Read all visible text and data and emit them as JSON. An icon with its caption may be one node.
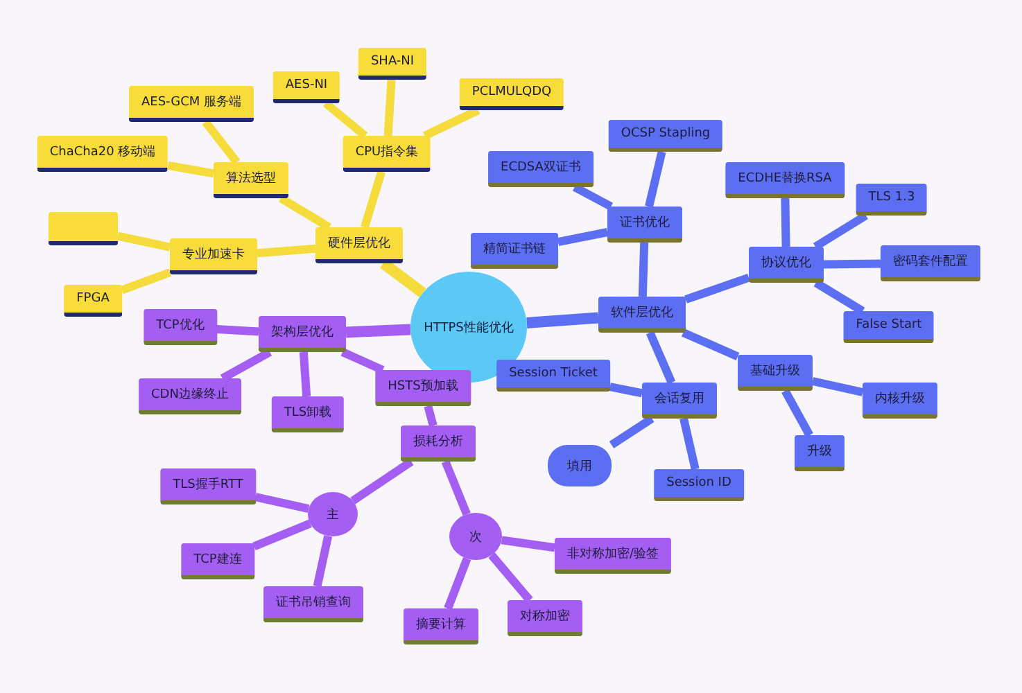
{
  "diagram": {
    "nodes": [
      {
        "text": [
          "HTTPS性能优化"
        ]
      },
      {
        "text": [
          "硬件层优化"
        ]
      },
      {
        "text": [
          "算法选型"
        ]
      },
      {
        "text": [
          "AES-GCM 服务端"
        ]
      },
      {
        "text": [
          "ChaCha20 移动端"
        ]
      },
      {
        "text": [
          "CPU指令集"
        ]
      },
      {
        "text": [
          "AES-NI"
        ]
      },
      {
        "text": [
          "SHA-NI"
        ]
      },
      {
        "text": [
          "PCLMULQDQ"
        ]
      },
      {
        "text": [
          "专业加速卡"
        ]
      },
      {
        "text": [],
        "shape": "box"
      },
      {
        "text": [
          "FPGA"
        ]
      },
      {
        "text": [
          "软件层优化"
        ]
      },
      {
        "text": [
          "证书优化"
        ]
      },
      {
        "text": [
          "OCSP Stapling"
        ]
      },
      {
        "text": [
          "ECDSA双证书"
        ]
      },
      {
        "text": [
          "精简证书链"
        ]
      },
      {
        "text": [
          "协议优化"
        ]
      },
      {
        "text": [
          "ECDHE替换RSA"
        ]
      },
      {
        "text": [
          "TLS 1.3"
        ]
      },
      {
        "text": [
          "密码套件配置"
        ]
      },
      {
        "text": [
          "False Start"
        ]
      },
      {
        "text": [
          "基础升级"
        ]
      },
      {
        "text": [
          "内核升级"
        ]
      },
      {
        "text": [
          "升级"
        ]
      },
      {
        "text": [
          "会话复用"
        ]
      },
      {
        "text": [
          "Session Ticket"
        ]
      },
      {
        "text": [
          "填用"
        ]
      },
      {
        "text": [
          "Session ID"
        ]
      },
      {
        "text": [
          "架构层优化"
        ]
      },
      {
        "text": [
          "TCP优化"
        ]
      },
      {
        "text": [
          "CDN边缘终止"
        ]
      },
      {
        "text": [
          "TLS卸载"
        ]
      },
      {
        "text": [
          "HSTS预加载"
        ]
      },
      {
        "text": [
          "损耗分析"
        ]
      },
      {
        "text": [
          "主"
        ]
      },
      {
        "text": [
          "TLS握手RTT"
        ]
      },
      {
        "text": [
          "TCP建连"
        ]
      },
      {
        "text": [
          "证书吊销查询"
        ]
      },
      {
        "text": [
          "次"
        ]
      },
      {
        "text": [
          "非对称加密/验签"
        ]
      },
      {
        "text": [
          "对称加密"
        ]
      },
      {
        "text": [
          "摘要计算"
        ]
      }
    ],
    "edges": [
      {
        "from": 0,
        "to": 1,
        "arrow": "none",
        "color": "#f5dc3c"
      },
      {
        "from": 1,
        "to": 2,
        "arrow": "none",
        "color": "#f5dc3c"
      },
      {
        "from": 2,
        "to": 3,
        "arrow": "none",
        "color": "#f5dc3c"
      },
      {
        "from": 2,
        "to": 4,
        "arrow": "none",
        "color": "#f5dc3c"
      },
      {
        "from": 1,
        "to": 5,
        "arrow": "none",
        "color": "#f5dc3c"
      },
      {
        "from": 5,
        "to": 6,
        "arrow": "none",
        "color": "#f5dc3c"
      },
      {
        "from": 5,
        "to": 7,
        "arrow": "none",
        "color": "#f5dc3c"
      },
      {
        "from": 5,
        "to": 8,
        "arrow": "none",
        "color": "#f5dc3c"
      },
      {
        "from": 1,
        "to": 9,
        "arrow": "none",
        "color": "#f5dc3c"
      },
      {
        "from": 9,
        "to": 10,
        "arrow": "none",
        "color": "#f5dc3c"
      },
      {
        "from": 9,
        "to": 11,
        "arrow": "none",
        "color": "#f5dc3c"
      },
      {
        "from": 0,
        "to": 12,
        "arrow": "none",
        "color": "#5c6ff2"
      },
      {
        "from": 12,
        "to": 13,
        "arrow": "none",
        "color": "#5c6ff2"
      },
      {
        "from": 13,
        "to": 14,
        "arrow": "none",
        "color": "#5c6ff2"
      },
      {
        "from": 13,
        "to": 15,
        "arrow": "none",
        "color": "#5c6ff2"
      },
      {
        "from": 13,
        "to": 16,
        "arrow": "none",
        "color": "#5c6ff2"
      },
      {
        "from": 12,
        "to": 17,
        "arrow": "none",
        "color": "#5c6ff2"
      },
      {
        "from": 17,
        "to": 18,
        "arrow": "none",
        "color": "#5c6ff2"
      },
      {
        "from": 17,
        "to": 19,
        "arrow": "none",
        "color": "#5c6ff2"
      },
      {
        "from": 17,
        "to": 20,
        "arrow": "none",
        "color": "#5c6ff2"
      },
      {
        "from": 17,
        "to": 21,
        "arrow": "none",
        "color": "#5c6ff2"
      },
      {
        "from": 12,
        "to": 22,
        "arrow": "none",
        "color": "#5c6ff2"
      },
      {
        "from": 22,
        "to": 23,
        "arrow": "none",
        "color": "#5c6ff2"
      },
      {
        "from": 22,
        "to": 24,
        "arrow": "none",
        "color": "#5c6ff2"
      },
      {
        "from": 12,
        "to": 25,
        "arrow": "none",
        "color": "#5c6ff2"
      },
      {
        "from": 25,
        "to": 26,
        "arrow": "none",
        "color": "#5c6ff2"
      },
      {
        "from": 25,
        "to": 27,
        "arrow": "none",
        "color": "#5c6ff2"
      },
      {
        "from": 25,
        "to": 28,
        "arrow": "none",
        "color": "#5c6ff2"
      },
      {
        "from": 0,
        "to": 29,
        "arrow": "none",
        "color": "#a45ef2"
      },
      {
        "from": 29,
        "to": 30,
        "arrow": "none",
        "color": "#a45ef2"
      },
      {
        "from": 29,
        "to": 31,
        "arrow": "none",
        "color": "#a45ef2"
      },
      {
        "from": 29,
        "to": 32,
        "arrow": "none",
        "color": "#a45ef2"
      },
      {
        "from": 29,
        "to": 33,
        "arrow": "none",
        "color": "#a45ef2"
      },
      {
        "from": 33,
        "to": 34,
        "arrow": "none",
        "color": "#a45ef2"
      },
      {
        "from": 34,
        "to": 35,
        "arrow": "none",
        "color": "#a45ef2"
      },
      {
        "from": 35,
        "to": 36,
        "arrow": "none",
        "color": "#a45ef2"
      },
      {
        "from": 35,
        "to": 37,
        "arrow": "none",
        "color": "#a45ef2"
      },
      {
        "from": 35,
        "to": 38,
        "arrow": "none",
        "color": "#a45ef2"
      },
      {
        "from": 34,
        "to": 39,
        "arrow": "none",
        "color": "#a45ef2"
      },
      {
        "from": 39,
        "to": 40,
        "arrow": "none",
        "color": "#a45ef2"
      },
      {
        "from": 39,
        "to": 41,
        "arrow": "none",
        "color": "#a45ef2"
      },
      {
        "from": 39,
        "to": 42,
        "arrow": "none",
        "color": "#a45ef2"
      }
    ]
  }
}
